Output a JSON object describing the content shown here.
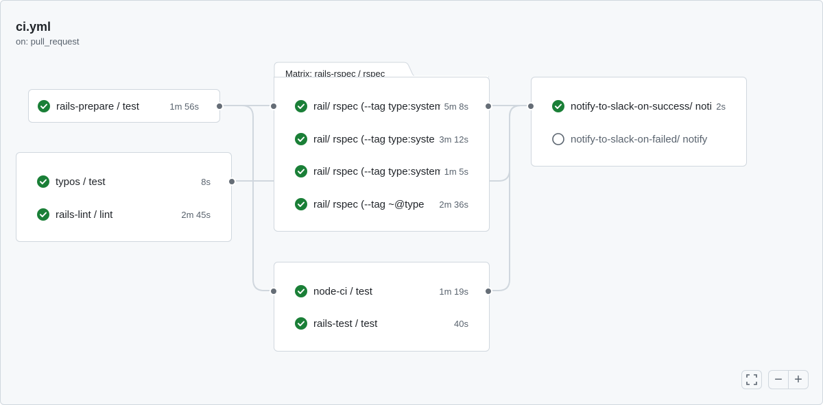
{
  "workflow": {
    "title": "ci.yml",
    "trigger": "on: pull_request"
  },
  "matrix": {
    "label": "Matrix: rails-rspec / rspec"
  },
  "nodes": {
    "prepare": {
      "jobs": [
        {
          "name": "rails-prepare / test",
          "duration": "1m 56s",
          "status": "success"
        }
      ]
    },
    "lint": {
      "jobs": [
        {
          "name": "typos / test",
          "duration": "8s",
          "status": "success"
        },
        {
          "name": "rails-lint / lint",
          "duration": "2m 45s",
          "status": "success"
        }
      ]
    },
    "rspec": {
      "jobs": [
        {
          "name": "rail/ rspec (--tag type:system",
          "duration": "5m 8s",
          "status": "success"
        },
        {
          "name": "rail/ rspec (--tag type:system",
          "duration": "3m 12s",
          "status": "success"
        },
        {
          "name": "rail/ rspec (--tag type:system",
          "duration": "1m 5s",
          "status": "success"
        },
        {
          "name": "rail/ rspec (--tag ~@type",
          "duration": "2m 36s",
          "status": "success"
        }
      ]
    },
    "nodeci": {
      "jobs": [
        {
          "name": "node-ci / test",
          "duration": "1m 19s",
          "status": "success"
        },
        {
          "name": "rails-test / test",
          "duration": "40s",
          "status": "success"
        }
      ]
    },
    "notify": {
      "jobs": [
        {
          "name": "notify-to-slack-on-success/ notify",
          "duration": "2s",
          "status": "success"
        },
        {
          "name": "notify-to-slack-on-failed/ notify",
          "duration": "",
          "status": "pending"
        }
      ]
    }
  },
  "controls": {
    "fullscreen_icon": "fullscreen-icon",
    "zoom_out_symbol": "−",
    "zoom_in_symbol": "+"
  },
  "colors": {
    "success": "#1a7f37",
    "pending": "#59636e",
    "edge": "#d0d7de",
    "port": "#656d76"
  }
}
